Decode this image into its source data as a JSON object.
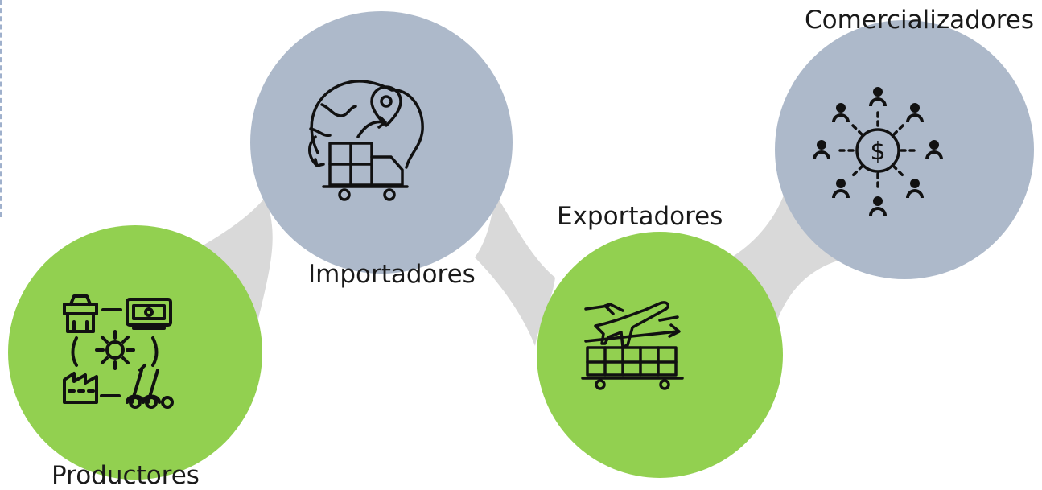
{
  "diagram": {
    "nodes": [
      {
        "id": "productores",
        "label": "Productores",
        "icon": "factory-network-icon",
        "color": "#92d050"
      },
      {
        "id": "importadores",
        "label": "Importadores",
        "icon": "global-shipping-truck-icon",
        "color": "#adb9ca"
      },
      {
        "id": "exportadores",
        "label": "Exportadores",
        "icon": "plane-and-freight-icon",
        "color": "#92d050"
      },
      {
        "id": "comercializadores",
        "label": "Comercializadores",
        "icon": "dollar-network-people-icon",
        "color": "#adb9ca"
      }
    ],
    "connector_color": "#d9d9d9"
  }
}
